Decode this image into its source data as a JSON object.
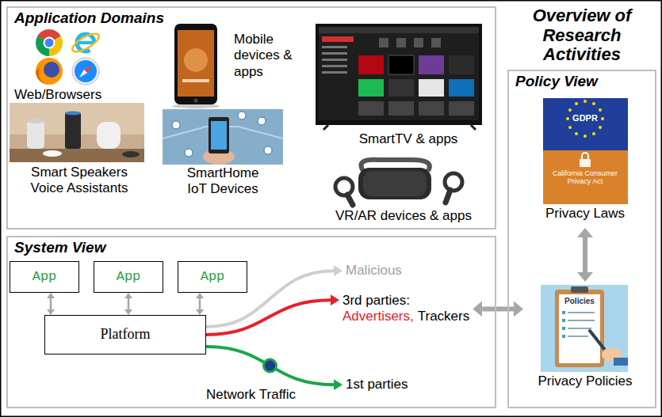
{
  "diagram": {
    "title": "Overview of Research Activities",
    "nodes": [
      {
        "text": [
          "Application Domains"
        ]
      },
      {
        "text": [
          "Web/Browsers"
        ],
        "in": 0
      },
      {
        "text": [
          "Mobile devices & apps"
        ],
        "in": 0
      },
      {
        "text": [
          "SmartTV & apps"
        ],
        "in": 0
      },
      {
        "text": [
          "Smart Speakers Voice Assistants"
        ],
        "in": 0
      },
      {
        "text": [
          "SmartHome IoT Devices"
        ],
        "in": 0
      },
      {
        "text": [
          "VR/AR devices & apps"
        ],
        "in": 0
      },
      {
        "text": [
          "System View"
        ]
      },
      {
        "text": [
          "App"
        ],
        "in": 7
      },
      {
        "text": [
          "App"
        ],
        "in": 7
      },
      {
        "text": [
          "App"
        ],
        "in": 7
      },
      {
        "text": [
          "Platform"
        ],
        "in": 7
      },
      {
        "text": [
          "Malicious"
        ],
        "in": 7
      },
      {
        "text": [
          "3rd parties:",
          "Advertisers,",
          "Trackers"
        ],
        "in": 7
      },
      {
        "text": [
          "1st parties"
        ],
        "in": 7
      },
      {
        "text": [
          "Policy View"
        ]
      },
      {
        "text": [
          "Privacy Laws"
        ],
        "in": 15
      },
      {
        "text": [
          "Privacy Policies"
        ],
        "in": 15
      }
    ],
    "edges": [
      {
        "from": 8,
        "to": 11,
        "arrow": "both"
      },
      {
        "from": 9,
        "to": 11,
        "arrow": "both"
      },
      {
        "from": 10,
        "to": 11,
        "arrow": "both"
      },
      {
        "from": 11,
        "to": 12,
        "arrow": "to"
      },
      {
        "from": 11,
        "to": 13,
        "arrow": "to"
      },
      {
        "from": 11,
        "to": 14,
        "arrow": "to"
      },
      {
        "from": 13,
        "to": 17,
        "arrow": "both"
      },
      {
        "from": 16,
        "to": 17,
        "arrow": "both"
      }
    ],
    "labels": [
      "Network Traffic",
      "GDPR",
      "California Consumer Privacy Act",
      "Policies"
    ]
  }
}
